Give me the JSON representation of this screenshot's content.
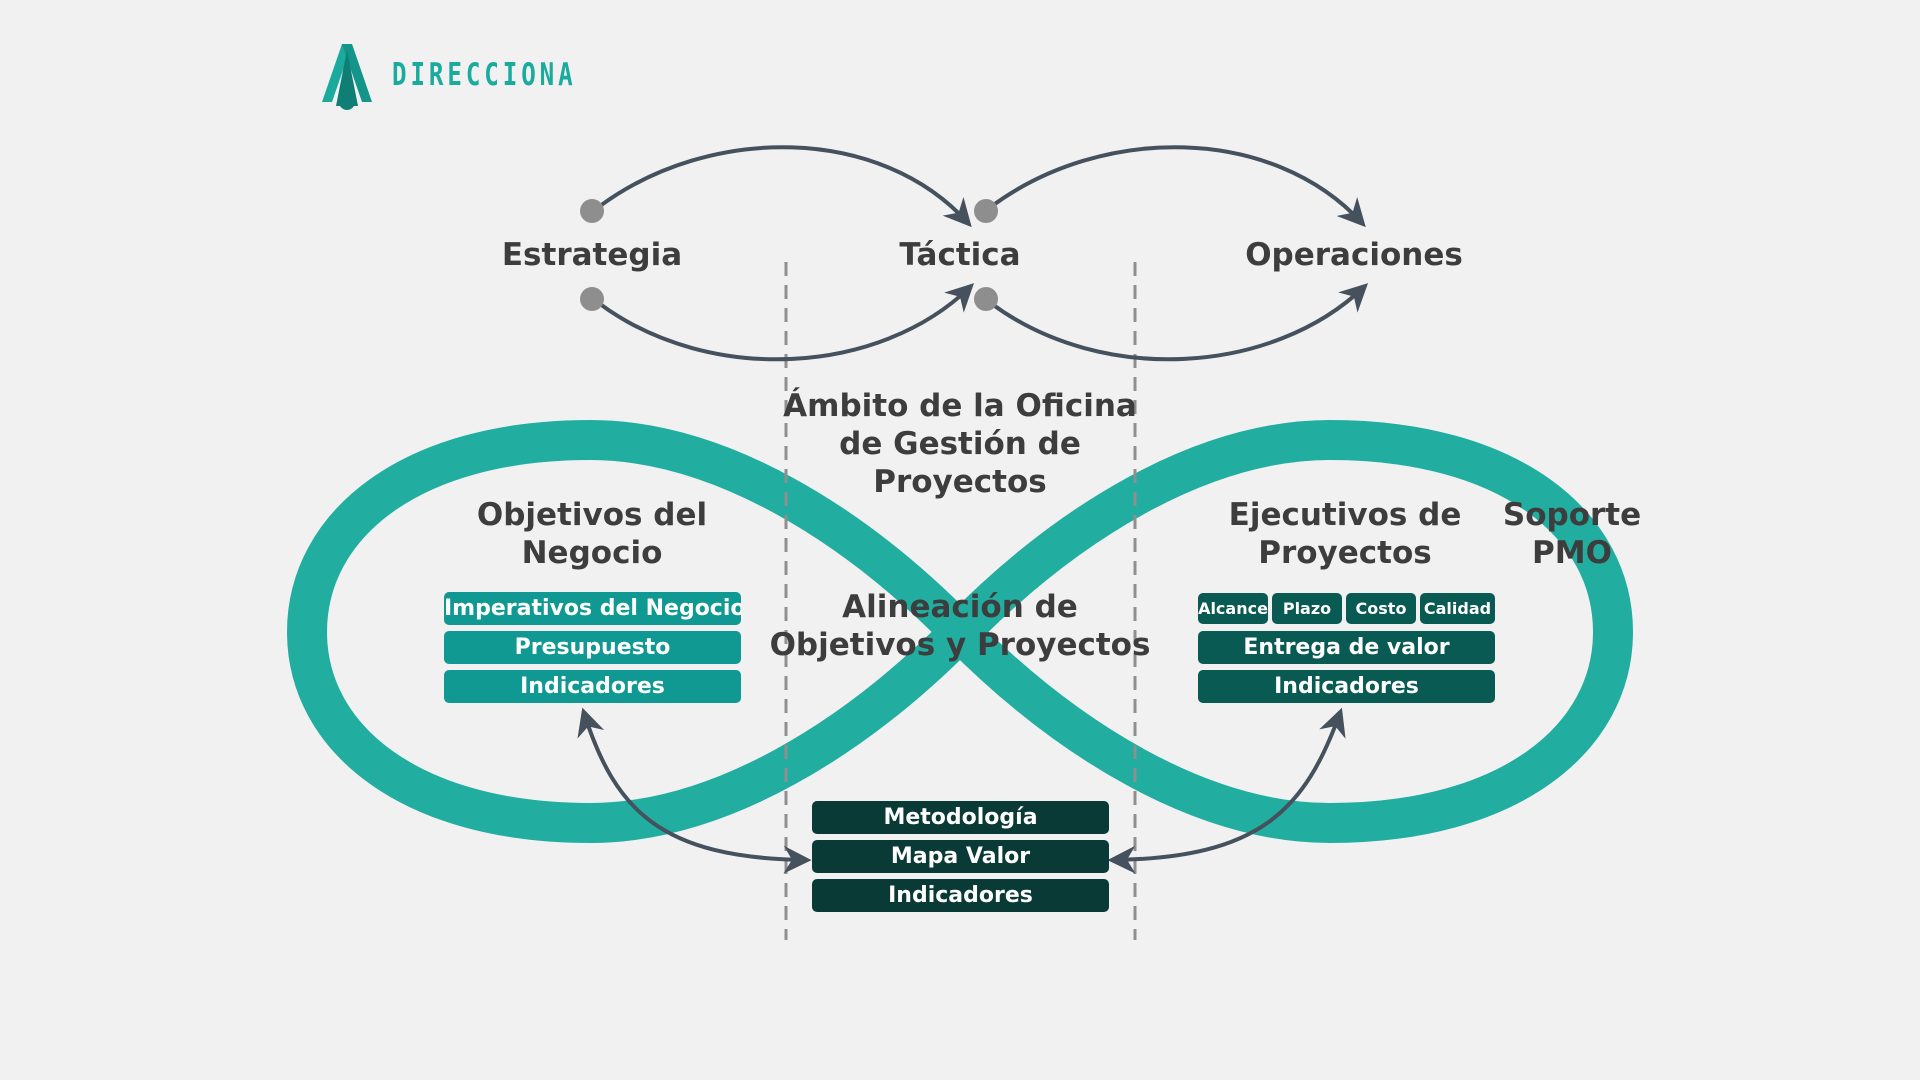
{
  "brand": {
    "name": "DIRECCIONA",
    "color": "#1aab9e"
  },
  "colors": {
    "loop": "#1aab9e",
    "arrow": "#45515d",
    "dot": "#8e8e8e",
    "divider": "#8f8f8f",
    "box_light": "#109992",
    "box_mid": "#095a52",
    "box_dark": "#093a35"
  },
  "stages": {
    "strategy": "Estrategia",
    "tactic": "Táctica",
    "operations": "Operaciones"
  },
  "pmo_scope": {
    "line1": "Ámbito de la Oficina",
    "line2": "de Gestión de",
    "line3": "Proyectos"
  },
  "business": {
    "title_line1": "Objetivos del",
    "title_line2": "Negocio",
    "boxes": [
      "Imperativos del Negocio",
      "Presupuesto",
      "Indicadores"
    ]
  },
  "alignment": {
    "line1": "Alineación de",
    "line2": "Objetivos y Proyectos"
  },
  "executives": {
    "title_line1": "Ejecutivos de",
    "title_line2": "Proyectos",
    "chips": [
      "Alcance",
      "Plazo",
      "Costo",
      "Calidad"
    ],
    "boxes": [
      "Entrega de valor",
      "Indicadores"
    ]
  },
  "support": {
    "line1": "Soporte",
    "line2": "PMO"
  },
  "center_boxes": [
    "Metodología",
    "Mapa Valor",
    "Indicadores"
  ]
}
